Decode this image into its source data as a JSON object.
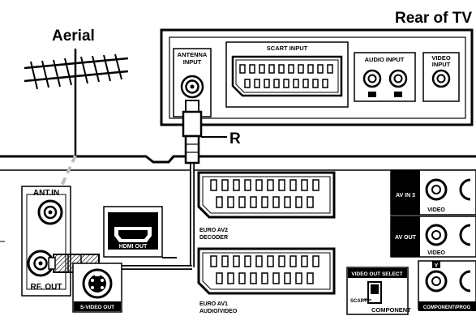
{
  "labels": {
    "rear_of_tv": "Rear of TV",
    "aerial": "Aerial",
    "antenna_input": [
      "ANTENNA",
      "INPUT"
    ],
    "scart_input": "SCART INPUT",
    "audio_input": "AUDIO INPUT",
    "video_input": [
      "VIDEO",
      "INPUT"
    ],
    "r_marker": "R",
    "ant_in": "ANT.IN",
    "rf_out": "RF. OUT",
    "svideo_out": "S-VIDEO OUT",
    "hdmi_out": "HDMI OUT",
    "euro_av2": [
      "EURO AV2",
      "DECODER"
    ],
    "euro_av1": [
      "EURO AV1",
      "AUDIO/VIDEO"
    ],
    "av_in_3": "AV IN 3",
    "av_out": "AV OUT",
    "video_1": "VIDEO",
    "video_2": "VIDEO",
    "video_out_select": "VIDEO OUT SELECT",
    "scart_opt": "SCART",
    "component_opt": "COMPONENT",
    "component_prog": "COMPONENT/PROG",
    "y_mark": "Y"
  },
  "colors": {
    "ink": "#000000",
    "paper": "#ffffff",
    "dashed_cable": "#bdbdbd",
    "cable_gray": "#d6d6d6"
  }
}
